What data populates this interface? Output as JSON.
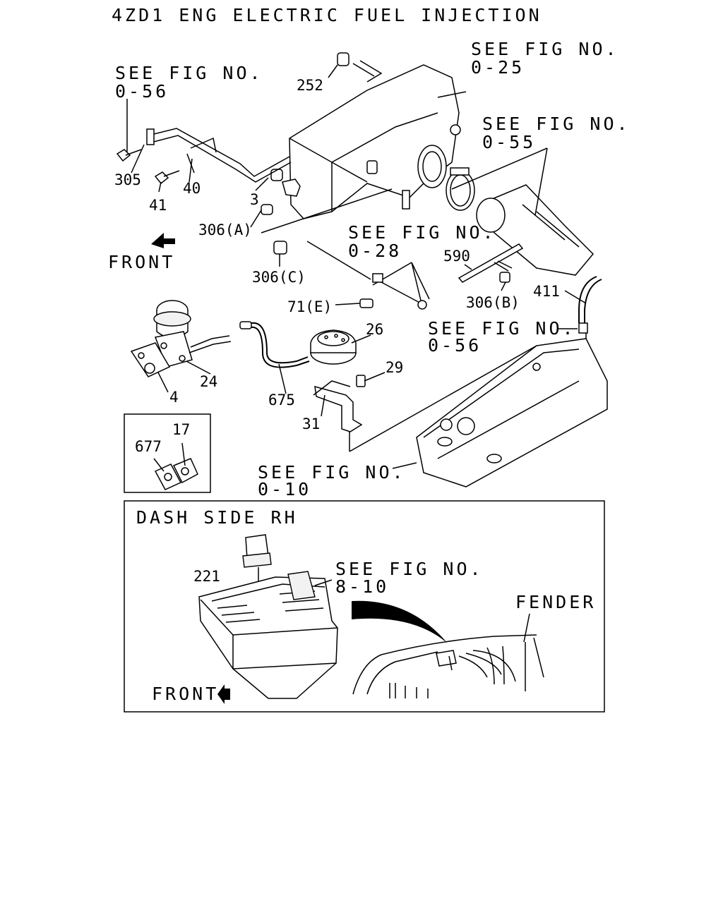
{
  "title": "4ZD1 ENG ELECTRIC FUEL INJECTION",
  "references": [
    {
      "id": "ref-0-56-top",
      "line1": "SEE FIG NO.",
      "line2": "0-56"
    },
    {
      "id": "ref-0-25",
      "line1": "SEE FIG NO.",
      "line2": "0-25"
    },
    {
      "id": "ref-0-55",
      "line1": "SEE FIG NO.",
      "line2": "0-55"
    },
    {
      "id": "ref-0-28",
      "line1": "SEE FIG NO.",
      "line2": "0-28"
    },
    {
      "id": "ref-0-56-mid",
      "line1": "SEE FIG NO.",
      "line2": "0-56"
    },
    {
      "id": "ref-0-10",
      "line1": "SEE FIG NO.",
      "line2": "0-10"
    },
    {
      "id": "ref-8-10",
      "line1": "SEE FIG NO.",
      "line2": "8-10"
    }
  ],
  "parts": {
    "p252": "252",
    "p305": "305",
    "p40": "40",
    "p41": "41",
    "p3": "3",
    "p306a": "306(A)",
    "p306c": "306(C)",
    "p306b": "306(B)",
    "p590": "590",
    "p71e": "71(E)",
    "p411": "411",
    "p26": "26",
    "p29": "29",
    "p24": "24",
    "p4": "4",
    "p675": "675",
    "p31": "31",
    "p17": "17",
    "p677": "677",
    "p221": "221"
  },
  "front_label": "FRONT",
  "front_label_lower": "FRONT",
  "dash_side": "DASH SIDE RH",
  "fender": "FENDER"
}
